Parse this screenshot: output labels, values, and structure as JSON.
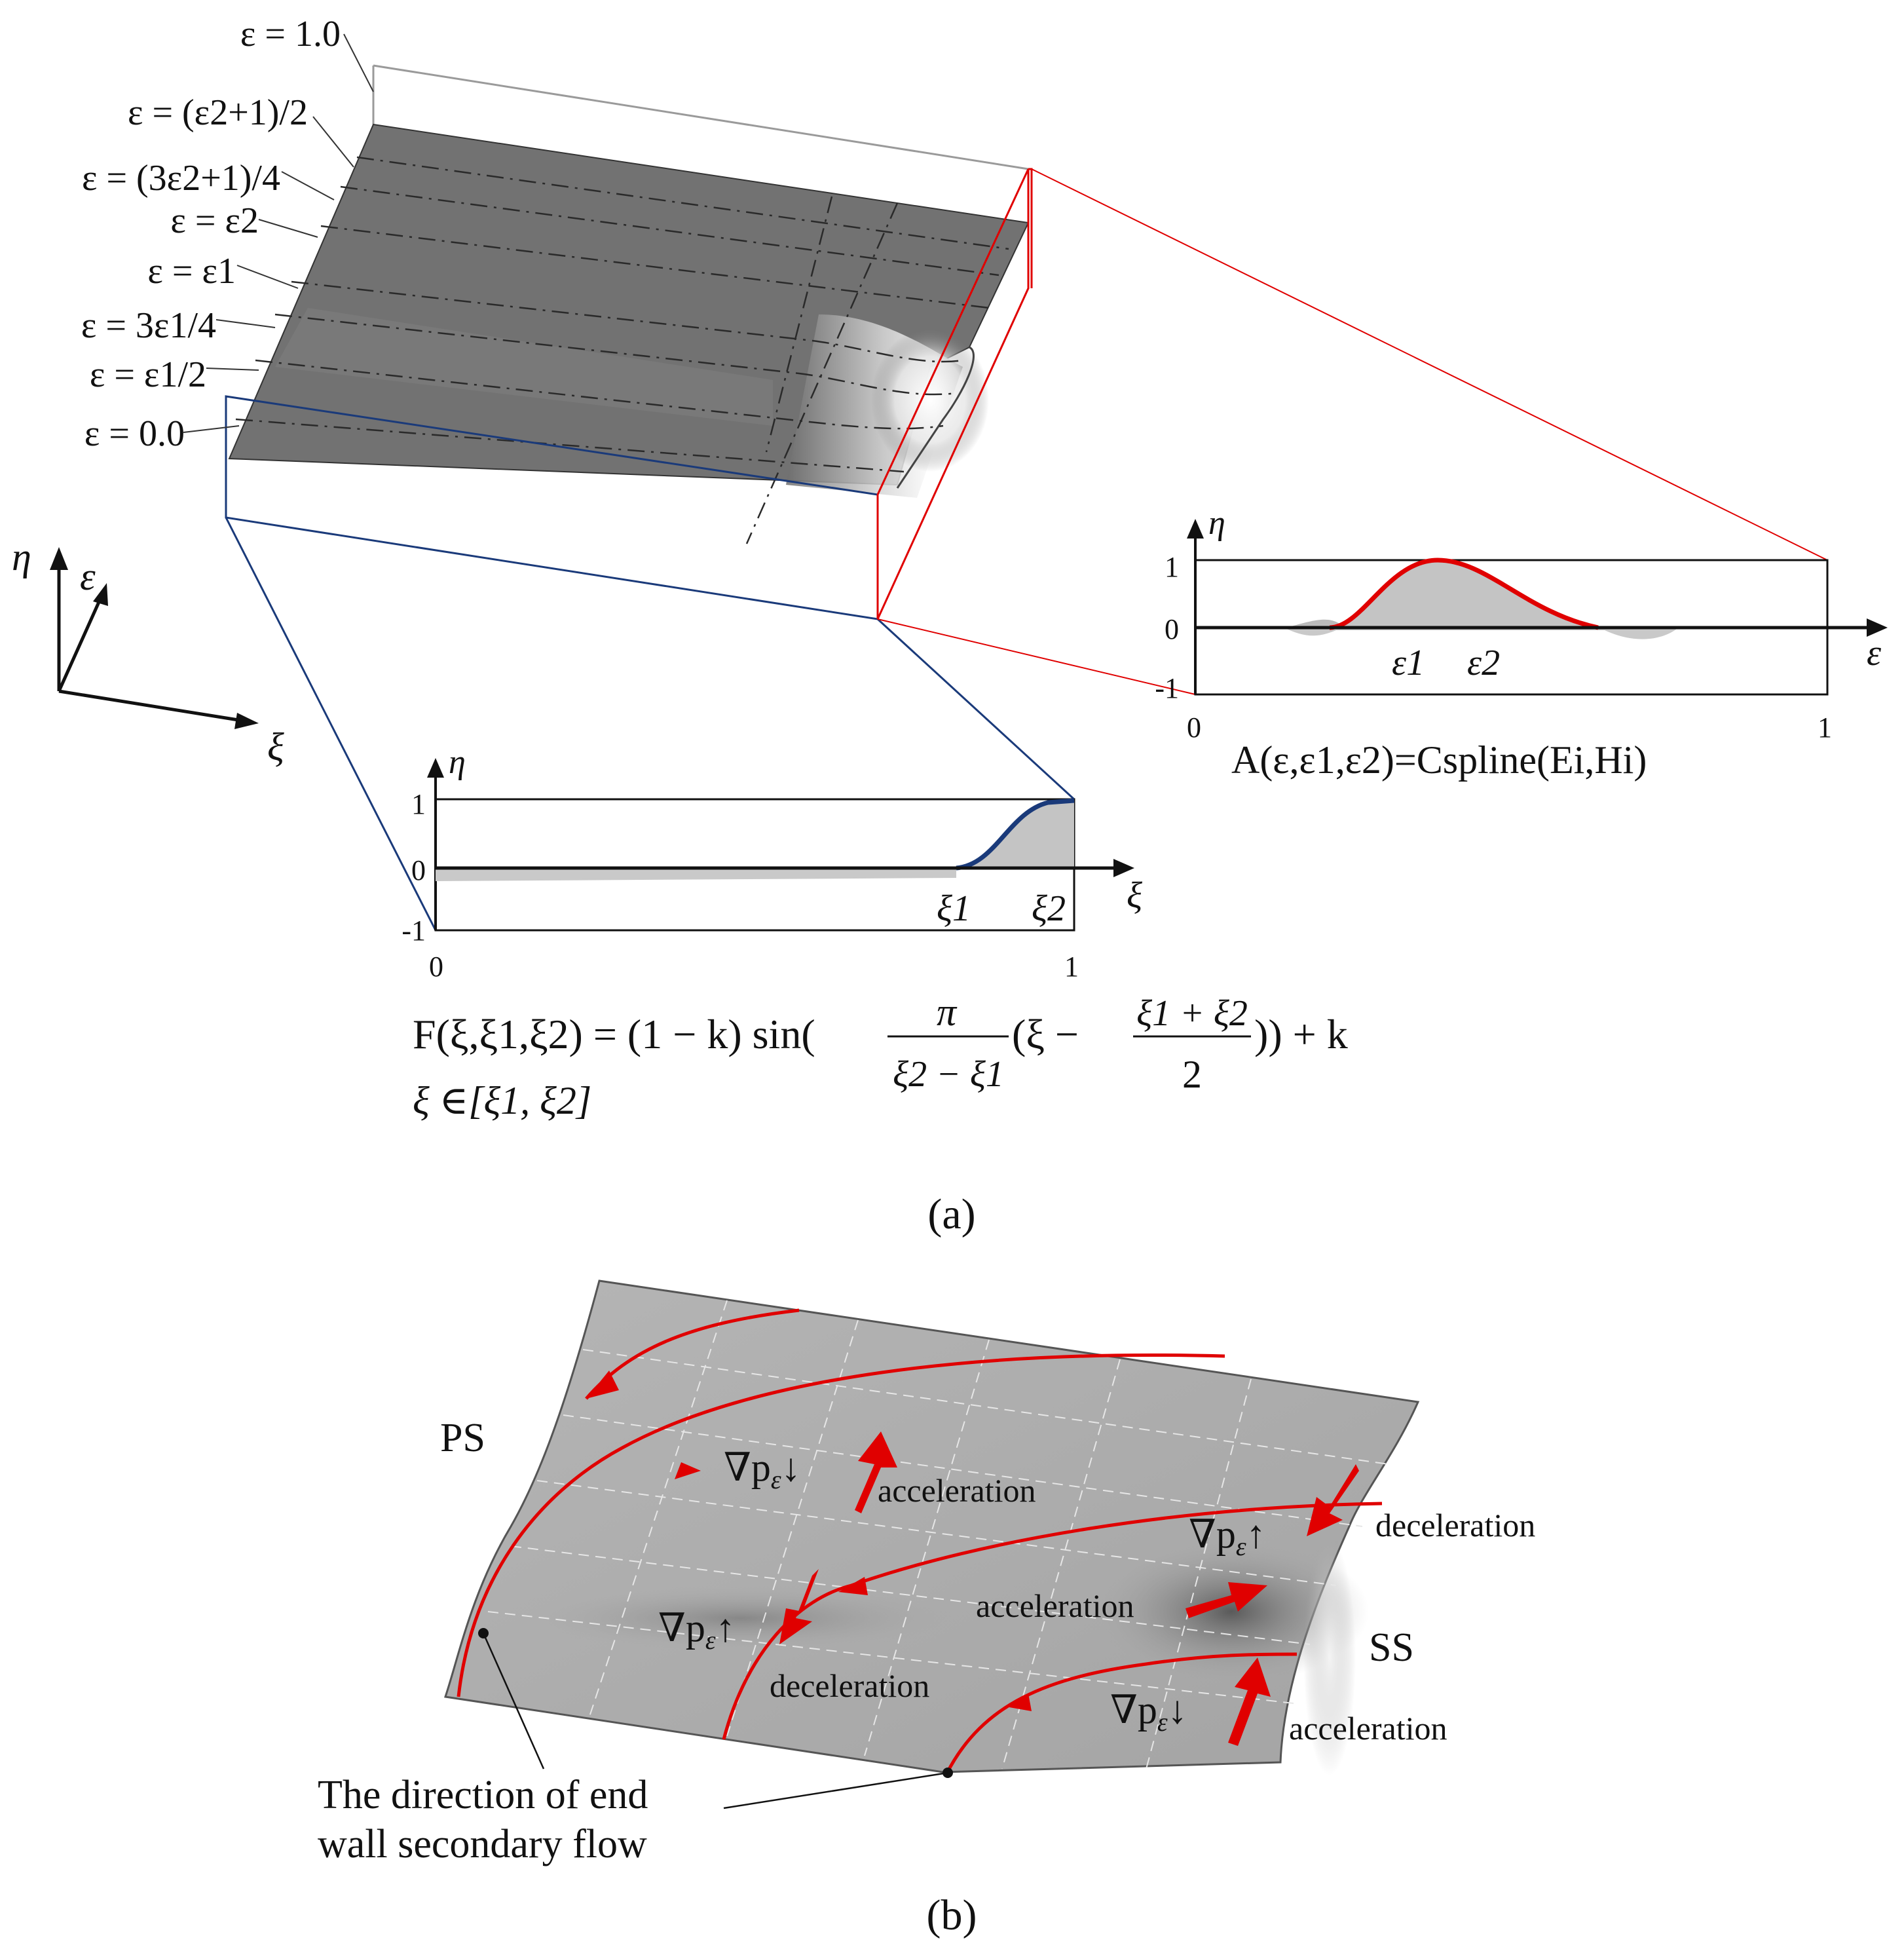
{
  "panel_a": {
    "caption": "(a)",
    "eps_levels": [
      "ε = 1.0",
      "ε = (ε2+1)/2",
      "ε = (3ε2+1)/4",
      "ε = ε2",
      "ε = ε1",
      "ε = 3ε1/4",
      "ε = ε1/2",
      "ε = 0.0"
    ],
    "axes": {
      "eta": "η",
      "eps": "ε",
      "xi": "ξ"
    },
    "inset_eps": {
      "eta_label": "η",
      "axis_label": "ε",
      "y_ticks": [
        "1",
        "0",
        "-1"
      ],
      "x_start": "0",
      "x_end": "1",
      "mark1": "ε1",
      "mark2": "ε2",
      "formula": "A(ε,ε1,ε2)=Cspline(Ei,Hi)"
    },
    "inset_xi": {
      "eta_label": "η",
      "axis_label": "ξ",
      "y_ticks": [
        "1",
        "0",
        "-1"
      ],
      "x_start": "0",
      "x_end": "1",
      "mark1": "ξ1",
      "mark2": "ξ2",
      "formula_lhs": "F(ξ,ξ1,ξ2) = (1 − k) sin(",
      "formula_pi": "π",
      "formula_den": "ξ2 − ξ1",
      "formula_mid": "(ξ −",
      "formula_num2": "ξ1 + ξ2",
      "formula_den2": "2",
      "formula_rhs": ")) + k",
      "domain": "ξ ∈[ξ1, ξ2]"
    }
  },
  "panel_b": {
    "caption": "(b)",
    "ps_label": "PS",
    "ss_label": "SS",
    "grad_symbol": "∇p",
    "grad_sub": "ε",
    "arrow_down": "↓",
    "arrow_up": "↑",
    "acceleration": "acceleration",
    "deceleration": "deceleration",
    "note_line1": "The direction of end",
    "note_line2": "wall secondary flow"
  },
  "colors": {
    "surface_dark": "#6e6e6e",
    "surface_light": "#b9b9b9",
    "red": "#e00000",
    "blue": "#1a3a7a"
  }
}
